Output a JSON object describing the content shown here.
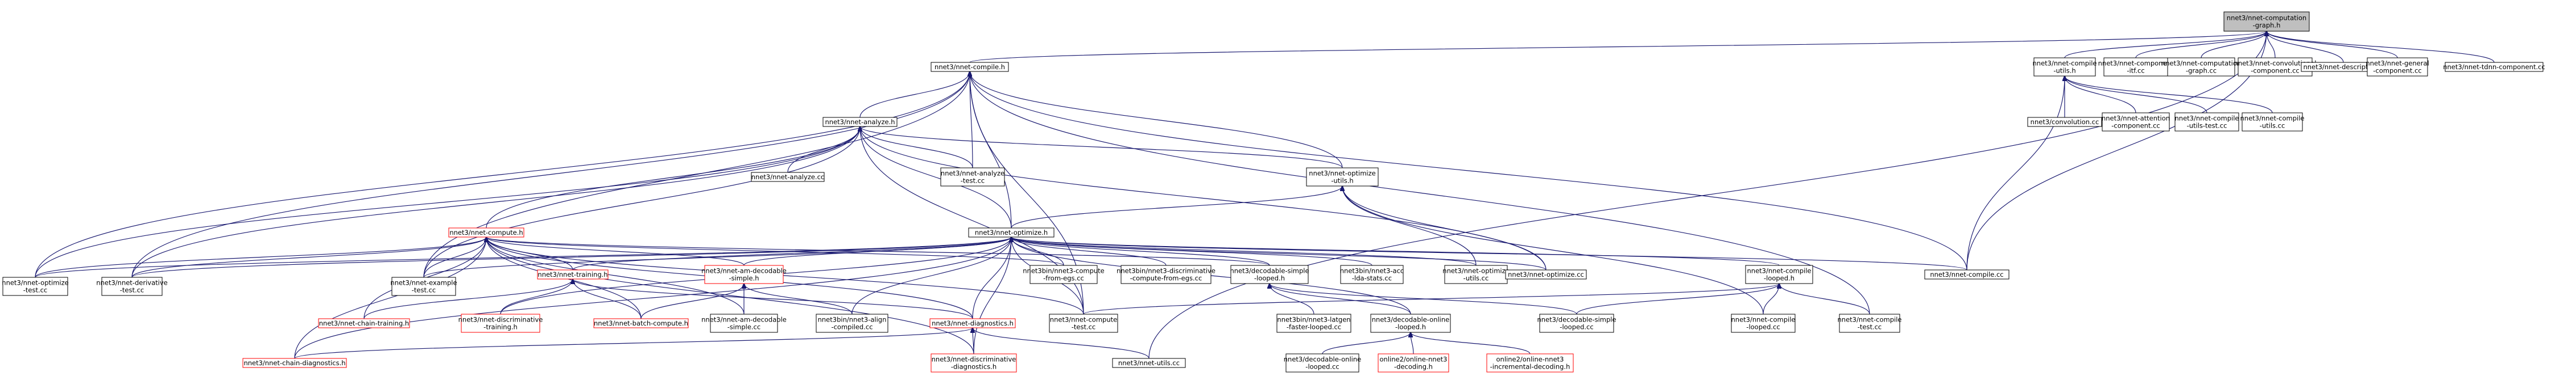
{
  "diagram": {
    "nodes": [
      {
        "id": "n0",
        "lines": [
          "nnet3/nnet-computation",
          "-graph.h"
        ],
        "style": "root"
      },
      {
        "id": "n1",
        "lines": [
          "nnet3/nnet-compile.h"
        ]
      },
      {
        "id": "n2",
        "lines": [
          "nnet3/nnet-compile",
          "-utils.h"
        ]
      },
      {
        "id": "n3",
        "lines": [
          "nnet3/nnet-component",
          "-itf.cc"
        ]
      },
      {
        "id": "n4",
        "lines": [
          "nnet3/nnet-computation",
          "-graph.cc"
        ]
      },
      {
        "id": "n5",
        "lines": [
          "nnet3/nnet-convolutional",
          "-component.cc"
        ]
      },
      {
        "id": "n6",
        "lines": [
          "nnet3/nnet-descriptor.cc"
        ]
      },
      {
        "id": "n7",
        "lines": [
          "nnet3/nnet-general",
          "-component.cc"
        ]
      },
      {
        "id": "n8",
        "lines": [
          "nnet3/nnet-tdnn-component.cc"
        ]
      },
      {
        "id": "n9",
        "lines": [
          "nnet3/nnet-analyze.h"
        ]
      },
      {
        "id": "n10",
        "lines": [
          "nnet3/nnet-analyze.cc"
        ]
      },
      {
        "id": "n11",
        "lines": [
          "nnet3/nnet-analyze",
          "-test.cc"
        ]
      },
      {
        "id": "n12",
        "lines": [
          "nnet3/nnet-optimize",
          "-utils.h"
        ]
      },
      {
        "id": "n13",
        "lines": [
          "nnet3/convolution.cc"
        ]
      },
      {
        "id": "n14",
        "lines": [
          "nnet3/nnet-attention",
          "-component.cc"
        ]
      },
      {
        "id": "n15",
        "lines": [
          "nnet3/nnet-compile",
          "-utils-test.cc"
        ]
      },
      {
        "id": "n16",
        "lines": [
          "nnet3/nnet-compile",
          "-utils.cc"
        ]
      },
      {
        "id": "n17",
        "lines": [
          "nnet3/nnet-compute.h"
        ],
        "style": "red"
      },
      {
        "id": "n18",
        "lines": [
          "nnet3/nnet-optimize.h"
        ]
      },
      {
        "id": "n19",
        "lines": [
          "nnet3/nnet-optimize",
          "-test.cc"
        ]
      },
      {
        "id": "n20",
        "lines": [
          "nnet3/nnet-derivative",
          "-test.cc"
        ]
      },
      {
        "id": "n21",
        "lines": [
          "nnet3/nnet-example",
          "-test.cc"
        ]
      },
      {
        "id": "n22",
        "lines": [
          "nnet3/nnet-training.h"
        ],
        "style": "red"
      },
      {
        "id": "n23",
        "lines": [
          "nnet3/nnet-am-decodable",
          "-simple.h"
        ],
        "style": "red"
      },
      {
        "id": "n24",
        "lines": [
          "nnet3bin/nnet3-compute",
          "-from-egs.cc"
        ]
      },
      {
        "id": "n25",
        "lines": [
          "nnet3bin/nnet3-discriminative",
          "-compute-from-egs.cc"
        ]
      },
      {
        "id": "n26",
        "lines": [
          "nnet3/decodable-simple",
          "-looped.h"
        ]
      },
      {
        "id": "n27",
        "lines": [
          "nnet3bin/nnet3-acc",
          "-lda-stats.cc"
        ]
      },
      {
        "id": "n28",
        "lines": [
          "nnet3/nnet-optimize",
          "-utils.cc"
        ]
      },
      {
        "id": "n29",
        "lines": [
          "nnet3/nnet-optimize.cc"
        ]
      },
      {
        "id": "n30",
        "lines": [
          "nnet3/nnet-compile",
          "-looped.h"
        ]
      },
      {
        "id": "n31",
        "lines": [
          "nnet3/nnet-compile.cc"
        ]
      },
      {
        "id": "n32",
        "lines": [
          "nnet3/nnet-chain-training.h"
        ],
        "style": "red"
      },
      {
        "id": "n33",
        "lines": [
          "nnet3/nnet-discriminative",
          "-training.h"
        ],
        "style": "red"
      },
      {
        "id": "n34",
        "lines": [
          "nnet3/nnet-batch-compute.h"
        ],
        "style": "red"
      },
      {
        "id": "n35",
        "lines": [
          "nnet3/nnet-am-decodable",
          "-simple.cc"
        ]
      },
      {
        "id": "n36",
        "lines": [
          "nnet3bin/nnet3-align",
          "-compiled.cc"
        ]
      },
      {
        "id": "n37",
        "lines": [
          "nnet3/nnet-diagnostics.h"
        ],
        "style": "red"
      },
      {
        "id": "n38",
        "lines": [
          "nnet3/nnet-compute",
          "-test.cc"
        ]
      },
      {
        "id": "n39",
        "lines": [
          "nnet3bin/nnet3-latgen",
          "-faster-looped.cc"
        ]
      },
      {
        "id": "n40",
        "lines": [
          "nnet3/decodable-online",
          "-looped.h"
        ]
      },
      {
        "id": "n41",
        "lines": [
          "nnet3/decodable-simple",
          "-looped.cc"
        ]
      },
      {
        "id": "n42",
        "lines": [
          "nnet3/nnet-compile",
          "-looped.cc"
        ]
      },
      {
        "id": "n43",
        "lines": [
          "nnet3/nnet-compile",
          "-test.cc"
        ]
      },
      {
        "id": "n44",
        "lines": [
          "nnet3/nnet-chain-diagnostics.h"
        ],
        "style": "red"
      },
      {
        "id": "n45",
        "lines": [
          "nnet3/nnet-discriminative",
          "-diagnostics.h"
        ],
        "style": "red"
      },
      {
        "id": "n46",
        "lines": [
          "nnet3/nnet-utils.cc"
        ]
      },
      {
        "id": "n47",
        "lines": [
          "nnet3/decodable-online",
          "-looped.cc"
        ]
      },
      {
        "id": "n48",
        "lines": [
          "online2/online-nnet3",
          "-decoding.h"
        ],
        "style": "red"
      },
      {
        "id": "n49",
        "lines": [
          "online2/online-nnet3",
          "-incremental-decoding.h"
        ],
        "style": "red"
      }
    ],
    "edges": [
      [
        "n1",
        "n0"
      ],
      [
        "n2",
        "n0"
      ],
      [
        "n3",
        "n0"
      ],
      [
        "n4",
        "n0"
      ],
      [
        "n5",
        "n0"
      ],
      [
        "n6",
        "n0"
      ],
      [
        "n7",
        "n0"
      ],
      [
        "n8",
        "n0"
      ],
      [
        "n31",
        "n0"
      ],
      [
        "n46",
        "n0"
      ],
      [
        "n9",
        "n1"
      ],
      [
        "n11",
        "n1"
      ],
      [
        "n12",
        "n1"
      ],
      [
        "n18",
        "n1"
      ],
      [
        "n19",
        "n1"
      ],
      [
        "n20",
        "n1"
      ],
      [
        "n21",
        "n1"
      ],
      [
        "n31",
        "n1"
      ],
      [
        "n43",
        "n1"
      ],
      [
        "n38",
        "n1"
      ],
      [
        "n13",
        "n2"
      ],
      [
        "n14",
        "n2"
      ],
      [
        "n15",
        "n2"
      ],
      [
        "n16",
        "n2"
      ],
      [
        "n31",
        "n2"
      ],
      [
        "n10",
        "n9"
      ],
      [
        "n11",
        "n9"
      ],
      [
        "n12",
        "n9"
      ],
      [
        "n17",
        "n9"
      ],
      [
        "n18",
        "n9"
      ],
      [
        "n19",
        "n9"
      ],
      [
        "n20",
        "n9"
      ],
      [
        "n29",
        "n9"
      ],
      [
        "n38",
        "n9"
      ],
      [
        "n21",
        "n9"
      ],
      [
        "n18",
        "n12"
      ],
      [
        "n28",
        "n12"
      ],
      [
        "n29",
        "n12"
      ],
      [
        "n42",
        "n12"
      ],
      [
        "n19",
        "n17"
      ],
      [
        "n20",
        "n17"
      ],
      [
        "n21",
        "n17"
      ],
      [
        "n22",
        "n17"
      ],
      [
        "n23",
        "n17"
      ],
      [
        "n24",
        "n17"
      ],
      [
        "n26",
        "n17"
      ],
      [
        "n32",
        "n17"
      ],
      [
        "n34",
        "n17"
      ],
      [
        "n35",
        "n17"
      ],
      [
        "n37",
        "n17"
      ],
      [
        "n38",
        "n17"
      ],
      [
        "n44",
        "n17"
      ],
      [
        "n45",
        "n17"
      ],
      [
        "n19",
        "n18"
      ],
      [
        "n20",
        "n18"
      ],
      [
        "n21",
        "n18"
      ],
      [
        "n22",
        "n18"
      ],
      [
        "n23",
        "n18"
      ],
      [
        "n24",
        "n18"
      ],
      [
        "n25",
        "n18"
      ],
      [
        "n26",
        "n18"
      ],
      [
        "n27",
        "n18"
      ],
      [
        "n28",
        "n18"
      ],
      [
        "n29",
        "n18"
      ],
      [
        "n30",
        "n18"
      ],
      [
        "n31",
        "n18"
      ],
      [
        "n37",
        "n18"
      ],
      [
        "n38",
        "n18"
      ],
      [
        "n40",
        "n18"
      ],
      [
        "n33",
        "n18"
      ],
      [
        "n36",
        "n18"
      ],
      [
        "n45",
        "n18"
      ],
      [
        "n44",
        "n18"
      ],
      [
        "n32",
        "n22"
      ],
      [
        "n33",
        "n22"
      ],
      [
        "n37",
        "n22"
      ],
      [
        "n34",
        "n22"
      ],
      [
        "n34",
        "n23"
      ],
      [
        "n35",
        "n23"
      ],
      [
        "n36",
        "n23"
      ],
      [
        "n39",
        "n26"
      ],
      [
        "n40",
        "n26"
      ],
      [
        "n41",
        "n26"
      ],
      [
        "n41",
        "n30"
      ],
      [
        "n42",
        "n30"
      ],
      [
        "n43",
        "n30"
      ],
      [
        "n38",
        "n30"
      ],
      [
        "n44",
        "n37"
      ],
      [
        "n45",
        "n37"
      ],
      [
        "n46",
        "n37"
      ],
      [
        "n47",
        "n40"
      ],
      [
        "n48",
        "n40"
      ],
      [
        "n49",
        "n40"
      ]
    ]
  }
}
